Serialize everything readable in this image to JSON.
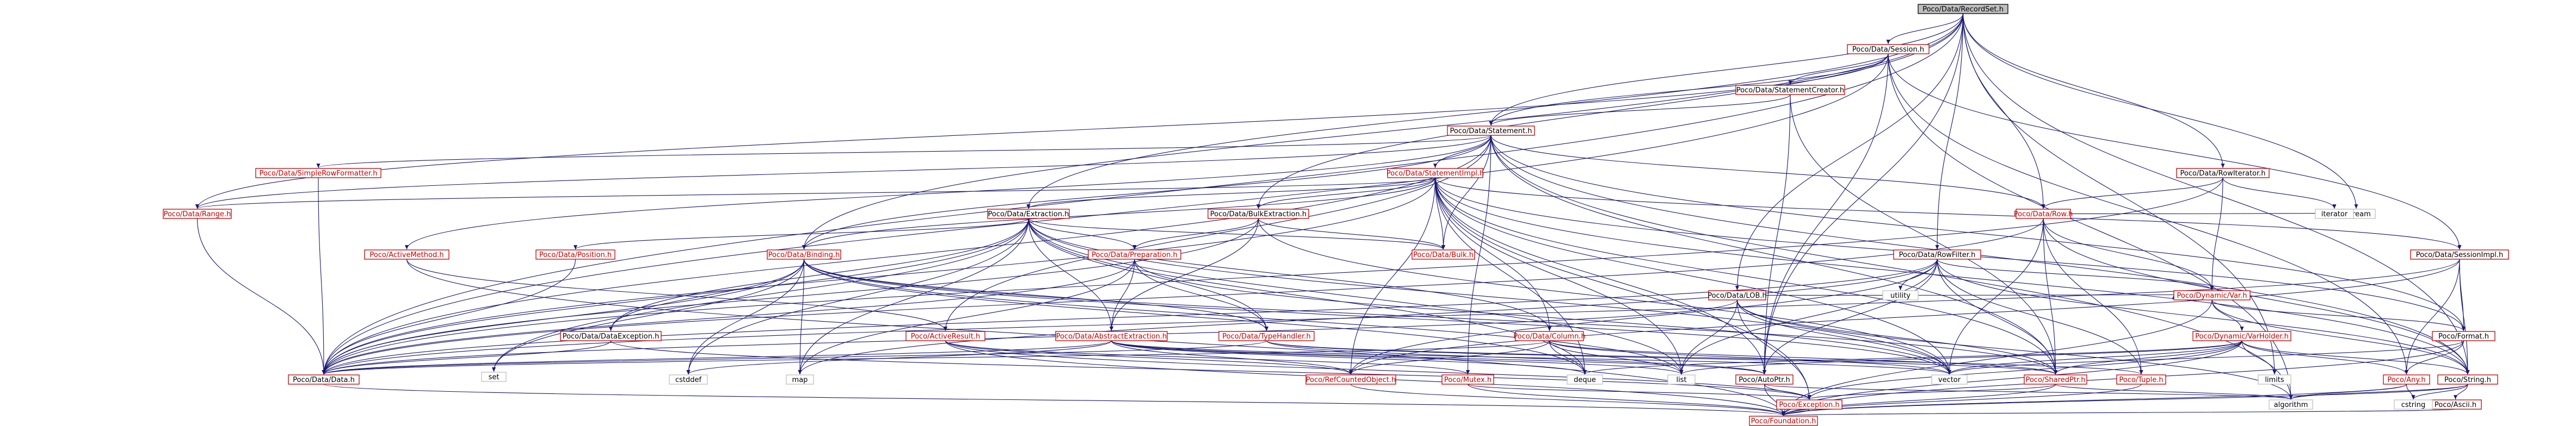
{
  "nodes": [
    {
      "id": "n-recordset",
      "label": "Poco/Data/RecordSet.h",
      "kind": "root"
    },
    {
      "id": "n-session",
      "label": "Poco/Data/Session.h",
      "kind": "linked"
    },
    {
      "id": "n-stmtcreator",
      "label": "Poco/Data/StatementCreator.h",
      "kind": "linked"
    },
    {
      "id": "n-statement",
      "label": "Poco/Data/Statement.h",
      "kind": "linked"
    },
    {
      "id": "n-simplerowfmt",
      "label": "Poco/Data/SimpleRowFormatter.h",
      "kind": "red"
    },
    {
      "id": "n-stmtimpl",
      "label": "Poco/Data/StatementImpl.h",
      "kind": "red"
    },
    {
      "id": "n-rowiterator",
      "label": "Poco/Data/RowIterator.h",
      "kind": "linked"
    },
    {
      "id": "n-range",
      "label": "Poco/Data/Range.h",
      "kind": "red"
    },
    {
      "id": "n-extraction",
      "label": "Poco/Data/Extraction.h",
      "kind": "linked"
    },
    {
      "id": "n-bulkextraction",
      "label": "Poco/Data/BulkExtraction.h",
      "kind": "linked"
    },
    {
      "id": "n-row",
      "label": "Poco/Data/Row.h",
      "kind": "red"
    },
    {
      "id": "n-activemethod",
      "label": "Poco/ActiveMethod.h",
      "kind": "red"
    },
    {
      "id": "n-rowfilter",
      "label": "Poco/Data/RowFilter.h",
      "kind": "linked"
    },
    {
      "id": "n-sessionimpl",
      "label": "Poco/Data/SessionImpl.h",
      "kind": "linked"
    },
    {
      "id": "n-position",
      "label": "Poco/Data/Position.h",
      "kind": "red"
    },
    {
      "id": "n-binding",
      "label": "Poco/Data/Binding.h",
      "kind": "red"
    },
    {
      "id": "n-preparation",
      "label": "Poco/Data/Preparation.h",
      "kind": "red"
    },
    {
      "id": "n-bulk",
      "label": "Poco/Data/Bulk.h",
      "kind": "red"
    },
    {
      "id": "n-lob",
      "label": "Poco/Data/LOB.h",
      "kind": "linked"
    },
    {
      "id": "n-dynvar",
      "label": "Poco/Dynamic/Var.h",
      "kind": "red"
    },
    {
      "id": "n-activeresult",
      "label": "Poco/ActiveResult.h",
      "kind": "red"
    },
    {
      "id": "n-dataexception",
      "label": "Poco/Data/DataException.h",
      "kind": "linked"
    },
    {
      "id": "n-abstractextraction",
      "label": "Poco/Data/AbstractExtraction.h",
      "kind": "red"
    },
    {
      "id": "n-typehandler",
      "label": "Poco/Data/TypeHandler.h",
      "kind": "red"
    },
    {
      "id": "n-column",
      "label": "Poco/Data/Column.h",
      "kind": "red"
    },
    {
      "id": "n-varholder",
      "label": "Poco/Dynamic/VarHolder.h",
      "kind": "red"
    },
    {
      "id": "n-format",
      "label": "Poco/Format.h",
      "kind": "linked"
    },
    {
      "id": "n-any",
      "label": "Poco/Any.h",
      "kind": "red"
    },
    {
      "id": "n-string",
      "label": "Poco/String.h",
      "kind": "linked"
    },
    {
      "id": "n-data",
      "label": "Poco/Data/Data.h",
      "kind": "linked"
    },
    {
      "id": "n-refcounted",
      "label": "Poco/RefCountedObject.h",
      "kind": "red"
    },
    {
      "id": "n-mutex",
      "label": "Poco/Mutex.h",
      "kind": "red"
    },
    {
      "id": "n-autoptr",
      "label": "Poco/AutoPtr.h",
      "kind": "linked"
    },
    {
      "id": "n-sharedptr",
      "label": "Poco/SharedPtr.h",
      "kind": "red"
    },
    {
      "id": "n-tuple",
      "label": "Poco/Tuple.h",
      "kind": "red"
    },
    {
      "id": "n-exception",
      "label": "Poco/Exception.h",
      "kind": "red"
    },
    {
      "id": "n-foundation",
      "label": "Poco/Foundation.h",
      "kind": "red"
    },
    {
      "id": "n-ascii",
      "label": "Poco/Ascii.h",
      "kind": "linked"
    },
    {
      "id": "n-ostream",
      "label": "ostream",
      "kind": "leaf"
    },
    {
      "id": "n-iterator",
      "label": "iterator",
      "kind": "leaf"
    },
    {
      "id": "n-utility",
      "label": "utility",
      "kind": "leaf"
    },
    {
      "id": "n-set",
      "label": "set",
      "kind": "leaf"
    },
    {
      "id": "n-map",
      "label": "map",
      "kind": "leaf"
    },
    {
      "id": "n-cstddef",
      "label": "cstddef",
      "kind": "leaf"
    },
    {
      "id": "n-deque",
      "label": "deque",
      "kind": "leaf"
    },
    {
      "id": "n-list",
      "label": "list",
      "kind": "leaf"
    },
    {
      "id": "n-vector",
      "label": "vector",
      "kind": "leaf"
    },
    {
      "id": "n-limits",
      "label": "limits",
      "kind": "leaf"
    },
    {
      "id": "n-algorithm",
      "label": "algorithm",
      "kind": "leaf"
    },
    {
      "id": "n-cstring",
      "label": "cstring",
      "kind": "leaf"
    }
  ],
  "edges": [
    [
      "n-recordset",
      "n-session"
    ],
    [
      "n-recordset",
      "n-statement"
    ],
    [
      "n-recordset",
      "n-extraction"
    ],
    [
      "n-recordset",
      "n-bulkextraction"
    ],
    [
      "n-recordset",
      "n-rowiterator"
    ],
    [
      "n-recordset",
      "n-rowfilter"
    ],
    [
      "n-recordset",
      "n-lob"
    ],
    [
      "n-recordset",
      "n-string"
    ],
    [
      "n-recordset",
      "n-autoptr"
    ],
    [
      "n-recordset",
      "n-data"
    ],
    [
      "n-recordset",
      "n-ostream"
    ],
    [
      "n-recordset",
      "n-limits"
    ],
    [
      "n-recordset",
      "n-binding"
    ],
    [
      "n-recordset",
      "n-row"
    ],
    [
      "n-session",
      "n-stmtcreator"
    ],
    [
      "n-session",
      "n-statement"
    ],
    [
      "n-session",
      "n-sessionimpl"
    ],
    [
      "n-session",
      "n-range"
    ],
    [
      "n-session",
      "n-data"
    ],
    [
      "n-session",
      "n-autoptr"
    ],
    [
      "n-session",
      "n-any"
    ],
    [
      "n-session",
      "n-algorithm"
    ],
    [
      "n-stmtcreator",
      "n-statement"
    ],
    [
      "n-stmtcreator",
      "n-autoptr"
    ],
    [
      "n-stmtcreator",
      "n-sharedptr"
    ],
    [
      "n-statement",
      "n-stmtimpl"
    ],
    [
      "n-statement",
      "n-simplerowfmt"
    ],
    [
      "n-statement",
      "n-range"
    ],
    [
      "n-statement",
      "n-binding"
    ],
    [
      "n-statement",
      "n-bulk"
    ],
    [
      "n-statement",
      "n-row"
    ],
    [
      "n-statement",
      "n-activemethod"
    ],
    [
      "n-statement",
      "n-activeresult"
    ],
    [
      "n-statement",
      "n-sharedptr"
    ],
    [
      "n-statement",
      "n-mutex"
    ],
    [
      "n-statement",
      "n-format"
    ],
    [
      "n-statement",
      "n-data"
    ],
    [
      "n-statement",
      "n-string"
    ],
    [
      "n-statement",
      "n-algorithm"
    ],
    [
      "n-simplerowfmt",
      "n-data"
    ],
    [
      "n-stmtimpl",
      "n-extraction"
    ],
    [
      "n-stmtimpl",
      "n-bulkextraction"
    ],
    [
      "n-stmtimpl",
      "n-bulk"
    ],
    [
      "n-stmtimpl",
      "n-column"
    ],
    [
      "n-stmtimpl",
      "n-sessionimpl"
    ],
    [
      "n-stmtimpl",
      "n-refcounted"
    ],
    [
      "n-stmtimpl",
      "n-string"
    ],
    [
      "n-stmtimpl",
      "n-format"
    ],
    [
      "n-stmtimpl",
      "n-exception"
    ],
    [
      "n-stmtimpl",
      "n-data"
    ],
    [
      "n-stmtimpl",
      "n-vector"
    ],
    [
      "n-stmtimpl",
      "n-list"
    ],
    [
      "n-stmtimpl",
      "n-deque"
    ],
    [
      "n-stmtimpl",
      "n-autoptr"
    ],
    [
      "n-stmtimpl",
      "n-sharedptr"
    ],
    [
      "n-stmtimpl",
      "n-range"
    ],
    [
      "n-stmtimpl",
      "n-binding"
    ],
    [
      "n-rowiterator",
      "n-row"
    ],
    [
      "n-rowiterator",
      "n-dynvar"
    ],
    [
      "n-rowiterator",
      "n-iterator"
    ],
    [
      "n-rowiterator",
      "n-data"
    ],
    [
      "n-range",
      "n-data"
    ],
    [
      "n-extraction",
      "n-abstractextraction"
    ],
    [
      "n-extraction",
      "n-preparation"
    ],
    [
      "n-extraction",
      "n-typehandler"
    ],
    [
      "n-extraction",
      "n-column"
    ],
    [
      "n-extraction",
      "n-position"
    ],
    [
      "n-extraction",
      "n-bulk"
    ],
    [
      "n-extraction",
      "n-dataexception"
    ],
    [
      "n-extraction",
      "n-data"
    ],
    [
      "n-extraction",
      "n-set"
    ],
    [
      "n-extraction",
      "n-map"
    ],
    [
      "n-extraction",
      "n-vector"
    ],
    [
      "n-extraction",
      "n-list"
    ],
    [
      "n-extraction",
      "n-deque"
    ],
    [
      "n-extraction",
      "n-cstddef"
    ],
    [
      "n-bulkextraction",
      "n-abstractextraction"
    ],
    [
      "n-bulkextraction",
      "n-bulk"
    ],
    [
      "n-bulkextraction",
      "n-preparation"
    ],
    [
      "n-bulkextraction",
      "n-data"
    ],
    [
      "n-bulkextraction",
      "n-vector"
    ],
    [
      "n-row",
      "n-dynvar"
    ],
    [
      "n-row",
      "n-tuple"
    ],
    [
      "n-row",
      "n-sharedptr"
    ],
    [
      "n-row",
      "n-data"
    ],
    [
      "n-row",
      "n-ostream"
    ],
    [
      "n-row",
      "n-string"
    ],
    [
      "n-row",
      "n-vector"
    ],
    [
      "n-activemethod",
      "n-activeresult"
    ],
    [
      "n-activemethod",
      "n-foundation"
    ],
    [
      "n-rowfilter",
      "n-dynvar"
    ],
    [
      "n-rowfilter",
      "n-tuple"
    ],
    [
      "n-rowfilter",
      "n-string"
    ],
    [
      "n-rowfilter",
      "n-refcounted"
    ],
    [
      "n-rowfilter",
      "n-autoptr"
    ],
    [
      "n-rowfilter",
      "n-sharedptr"
    ],
    [
      "n-rowfilter",
      "n-data"
    ],
    [
      "n-rowfilter",
      "n-list"
    ],
    [
      "n-rowfilter",
      "n-map"
    ],
    [
      "n-rowfilter",
      "n-utility"
    ],
    [
      "n-sessionimpl",
      "n-format"
    ],
    [
      "n-sessionimpl",
      "n-any"
    ],
    [
      "n-sessionimpl",
      "n-string"
    ],
    [
      "n-sessionimpl",
      "n-refcounted"
    ],
    [
      "n-sessionimpl",
      "n-data"
    ],
    [
      "n-position",
      "n-data"
    ],
    [
      "n-binding",
      "n-typehandler"
    ],
    [
      "n-binding",
      "n-data"
    ],
    [
      "n-binding",
      "n-dataexception"
    ],
    [
      "n-binding",
      "n-sharedptr"
    ],
    [
      "n-binding",
      "n-set"
    ],
    [
      "n-binding",
      "n-map"
    ],
    [
      "n-binding",
      "n-list"
    ],
    [
      "n-binding",
      "n-deque"
    ],
    [
      "n-binding",
      "n-vector"
    ],
    [
      "n-binding",
      "n-cstddef"
    ],
    [
      "n-preparation",
      "n-typehandler"
    ],
    [
      "n-preparation",
      "n-abstractextraction"
    ],
    [
      "n-preparation",
      "n-data"
    ],
    [
      "n-preparation",
      "n-vector"
    ],
    [
      "n-preparation",
      "n-map"
    ],
    [
      "n-lob",
      "n-sharedptr"
    ],
    [
      "n-lob",
      "n-exception"
    ],
    [
      "n-lob",
      "n-dynvar"
    ],
    [
      "n-lob",
      "n-data"
    ],
    [
      "n-lob",
      "n-vector"
    ],
    [
      "n-lob",
      "n-algorithm"
    ],
    [
      "n-lob",
      "n-list"
    ],
    [
      "n-dynvar",
      "n-varholder"
    ],
    [
      "n-dynvar",
      "n-format"
    ],
    [
      "n-dynvar",
      "n-foundation"
    ],
    [
      "n-dynvar",
      "n-string"
    ],
    [
      "n-activeresult",
      "n-refcounted"
    ],
    [
      "n-activeresult",
      "n-mutex"
    ],
    [
      "n-activeresult",
      "n-exception"
    ],
    [
      "n-activeresult",
      "n-foundation"
    ],
    [
      "n-dataexception",
      "n-data"
    ],
    [
      "n-dataexception",
      "n-exception"
    ],
    [
      "n-abstractextraction",
      "n-data"
    ],
    [
      "n-abstractextraction",
      "n-autoptr"
    ],
    [
      "n-abstractextraction",
      "n-refcounted"
    ],
    [
      "n-abstractextraction",
      "n-vector"
    ],
    [
      "n-abstractextraction",
      "n-deque"
    ],
    [
      "n-abstractextraction",
      "n-list"
    ],
    [
      "n-abstractextraction",
      "n-cstddef"
    ],
    [
      "n-typehandler",
      "n-data"
    ],
    [
      "n-typehandler",
      "n-sharedptr"
    ],
    [
      "n-typehandler",
      "n-tuple"
    ],
    [
      "n-typehandler",
      "n-autoptr"
    ],
    [
      "n-column",
      "n-sharedptr"
    ],
    [
      "n-column",
      "n-refcounted"
    ],
    [
      "n-column",
      "n-data"
    ],
    [
      "n-column",
      "n-vector"
    ],
    [
      "n-column",
      "n-list"
    ],
    [
      "n-column",
      "n-deque"
    ],
    [
      "n-varholder",
      "n-any"
    ],
    [
      "n-varholder",
      "n-exception"
    ],
    [
      "n-varholder",
      "n-foundation"
    ],
    [
      "n-varholder",
      "n-string"
    ],
    [
      "n-varholder",
      "n-vector"
    ],
    [
      "n-varholder",
      "n-list"
    ],
    [
      "n-varholder",
      "n-deque"
    ],
    [
      "n-varholder",
      "n-limits"
    ],
    [
      "n-varholder",
      "n-sharedptr"
    ],
    [
      "n-format",
      "n-any"
    ],
    [
      "n-format",
      "n-foundation"
    ],
    [
      "n-format",
      "n-vector"
    ],
    [
      "n-any",
      "n-foundation"
    ],
    [
      "n-any",
      "n-algorithm"
    ],
    [
      "n-any",
      "n-cstring"
    ],
    [
      "n-string",
      "n-ascii"
    ],
    [
      "n-string",
      "n-foundation"
    ],
    [
      "n-string",
      "n-cstring"
    ],
    [
      "n-string",
      "n-algorithm"
    ],
    [
      "n-ascii",
      "n-foundation"
    ],
    [
      "n-data",
      "n-foundation"
    ],
    [
      "n-refcounted",
      "n-foundation"
    ],
    [
      "n-mutex",
      "n-exception"
    ],
    [
      "n-mutex",
      "n-foundation"
    ],
    [
      "n-autoptr",
      "n-exception"
    ],
    [
      "n-autoptr",
      "n-foundation"
    ],
    [
      "n-autoptr",
      "n-algorithm"
    ],
    [
      "n-sharedptr",
      "n-exception"
    ],
    [
      "n-sharedptr",
      "n-foundation"
    ],
    [
      "n-sharedptr",
      "n-algorithm"
    ],
    [
      "n-tuple",
      "n-foundation"
    ],
    [
      "n-exception",
      "n-foundation"
    ]
  ]
}
